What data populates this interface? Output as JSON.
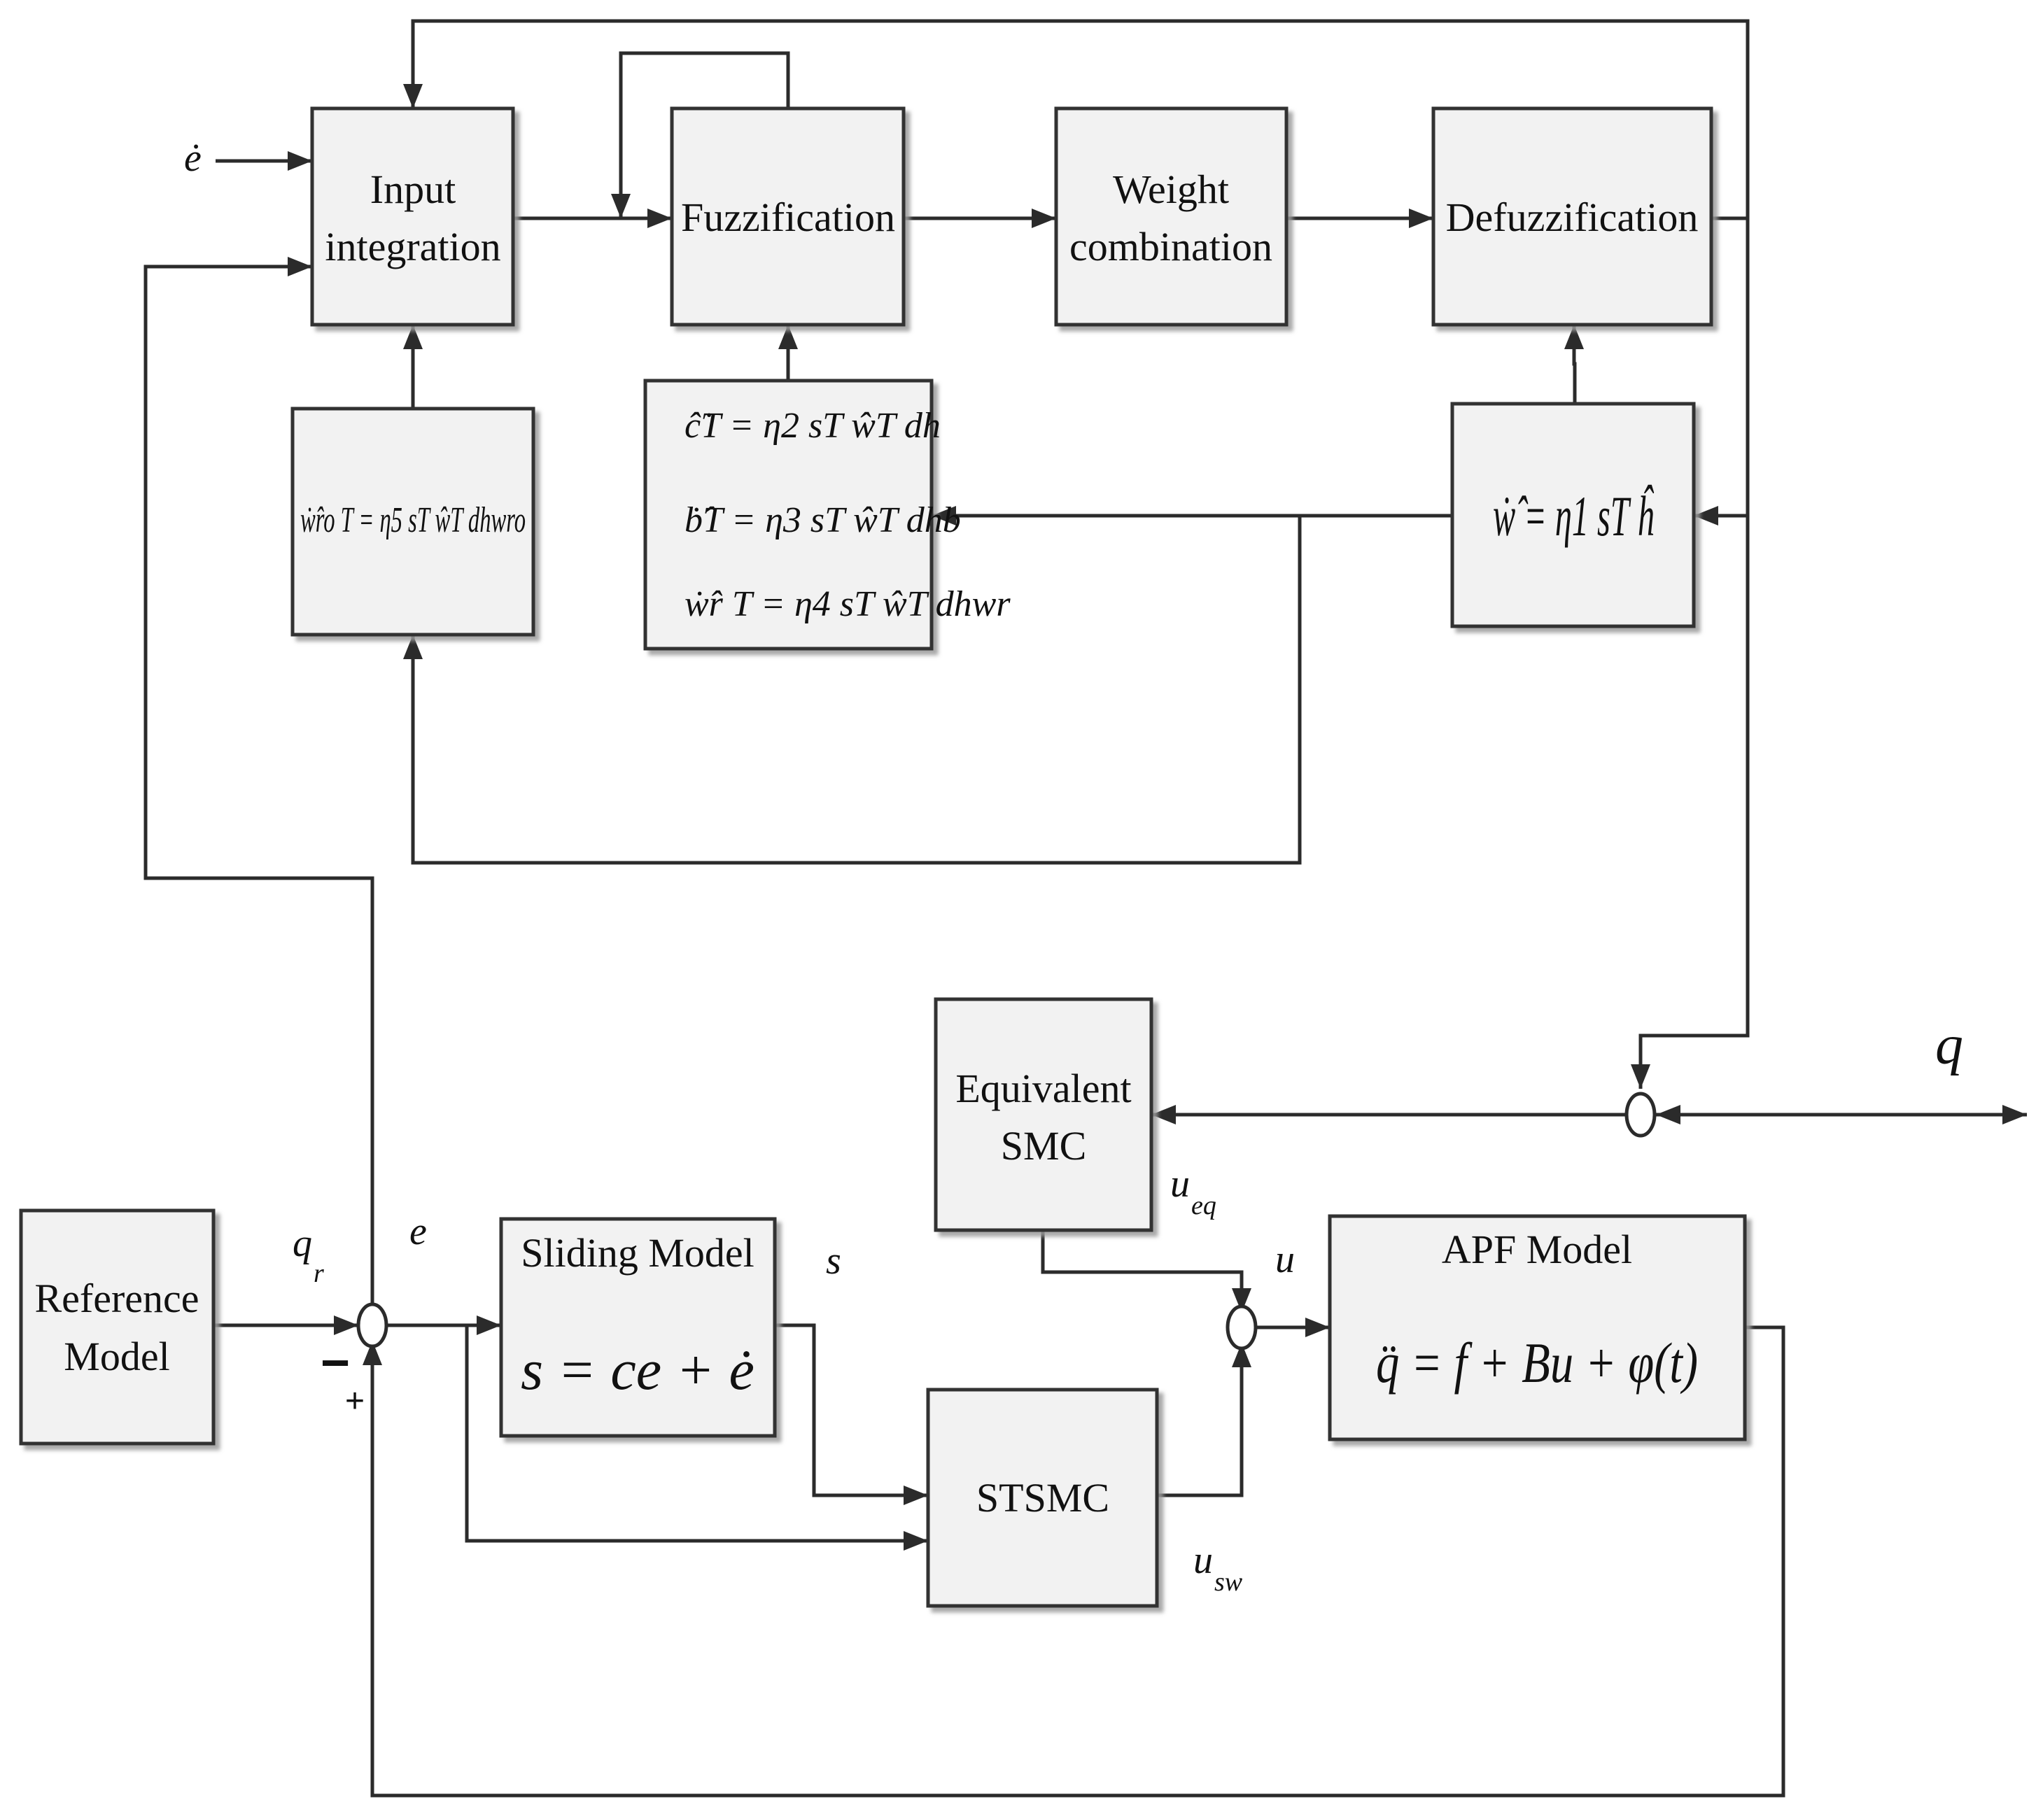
{
  "blocks": {
    "input_integration": [
      "Input",
      "integration"
    ],
    "fuzzification": "Fuzzification",
    "weight_combination": [
      "Weight",
      "combination"
    ],
    "defuzzification": "Defuzzification",
    "reference_model": [
      "Reference",
      "Model"
    ],
    "sliding_model": "Sliding Model",
    "stsmc": "STSMC",
    "equivalent_smc": [
      "Equivalent",
      "SMC"
    ],
    "apf_model": "APF Model"
  },
  "equations": {
    "w_ro": "ẇ̂ro T = η5 sT ŵT dhwro",
    "c_b_wr": [
      "ĉ̇T = η2 sT ŵT dh",
      "ḃ̂T = η3 sT ŵT dhb",
      "ẇ̂r T = η4 sT ŵT dhwr"
    ],
    "w": "ẇ̂ = η1 sT ĥ",
    "sliding_surface": "s = ce + ė",
    "apf_dynamics": "q̈ = f + Bu + φ(t)"
  },
  "signals": {
    "e_dot": "ė",
    "q_r": "q",
    "q_r_sub": "r",
    "e": "e",
    "s": "s",
    "u": "u",
    "u_eq": "u",
    "u_eq_sub": "eq",
    "u_sw": "u",
    "u_sw_sub": "sw",
    "q": "q",
    "minus": "−",
    "plus": "+"
  }
}
